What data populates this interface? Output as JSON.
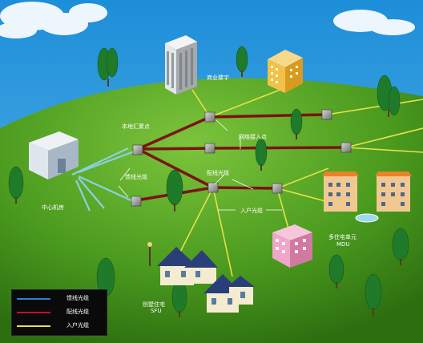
{
  "labels": {
    "business_building": "商业楼宇",
    "local_aggregation": "本地汇聚点",
    "network_access": "网络接入点",
    "trunk_fiber": "馈线光缆",
    "distribution_fiber": "配线光缆",
    "central_office": "中心机房",
    "drop_fiber": "入户光缆",
    "mdu_line1": "多住宅单元",
    "mdu_line2": "MDU",
    "sfu_line1": "别墅住宅",
    "sfu_line2": "SFU"
  },
  "legend": [
    {
      "label": "馈线光缆",
      "color": "#2a7fd4"
    },
    {
      "label": "配线光缆",
      "color": "#c8102e"
    },
    {
      "label": "入户光缆",
      "color": "#e8e04a"
    }
  ],
  "colors": {
    "sky": "#2e9fe0",
    "grass": "#4a9a1e",
    "trunk": "#6fc0e8",
    "distribution": "#7a1410",
    "drop": "#e8e04a"
  }
}
